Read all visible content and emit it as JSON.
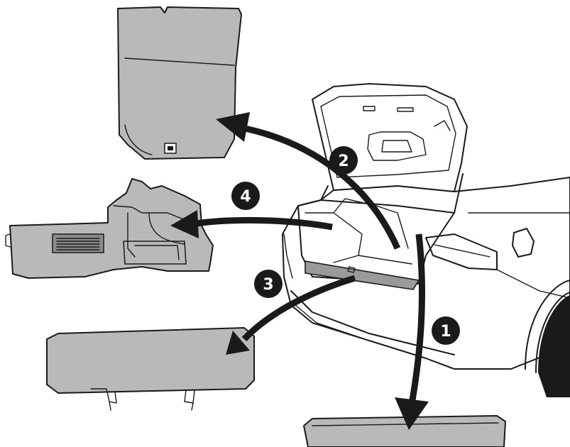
{
  "callouts": {
    "one": "1",
    "two": "2",
    "three": "3",
    "four": "4"
  },
  "colors": {
    "panel_fill": "#b9b9b9",
    "line": "#1a1a1a",
    "callout_fill": "#1a1a1a",
    "callout_text": "#ffffff"
  }
}
